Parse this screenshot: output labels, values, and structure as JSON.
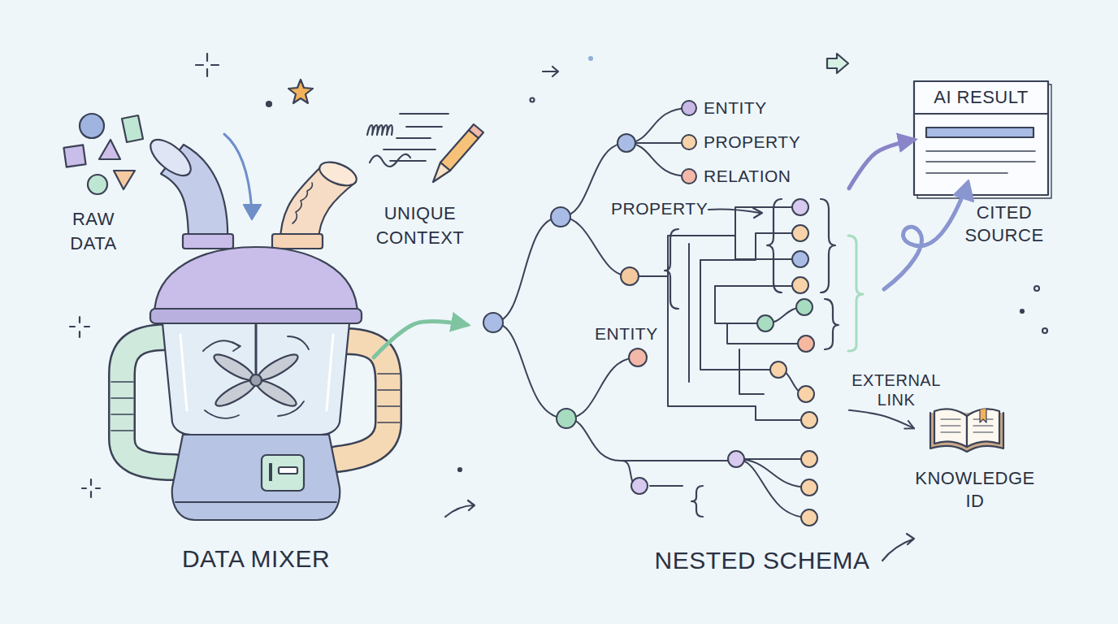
{
  "diagram": {
    "nodes": [
      {
        "text": [
          "DATA MIXER"
        ]
      },
      {
        "text": [
          "NESTED SCHEMA"
        ]
      },
      {
        "text": [
          "AI RESULT"
        ]
      },
      {
        "text": [
          "KNOWLEDGE ID"
        ]
      }
    ],
    "edges": [
      {
        "from": 0,
        "to": 1,
        "arrow": "to"
      },
      {
        "from": 1,
        "to": 2,
        "arrow": "to"
      },
      {
        "from": 1,
        "to": 3,
        "label": "EXTERNAL LINK",
        "arrow": "to"
      }
    ],
    "labels": [
      "RAW DATA",
      "UNIQUE CONTEXT",
      "ENTITY",
      "PROPERTY",
      "RELATION",
      "PROPERTY",
      "ENTITY",
      "CITED SOURCE"
    ]
  }
}
